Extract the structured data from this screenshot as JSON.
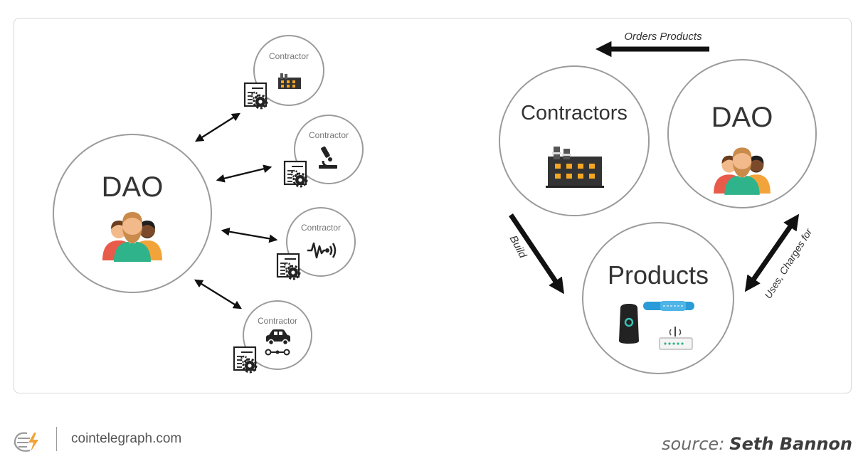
{
  "left": {
    "dao_label": "DAO",
    "contractors": [
      {
        "label": "Contractor",
        "icon": "factory-icon"
      },
      {
        "label": "Contractor",
        "icon": "microscope-icon"
      },
      {
        "label": "Contractor",
        "icon": "signal-wave-icon"
      },
      {
        "label": "Contractor",
        "icon": "car-icon"
      }
    ]
  },
  "right": {
    "contractors_label": "Contractors",
    "dao_label": "DAO",
    "products_label": "Products",
    "orders_label": "Orders Products",
    "build_label": "Build",
    "uses_label": "Uses, Charges for"
  },
  "footer": {
    "site": "cointelegraph.com",
    "source_prefix": "source:",
    "source_name": "Seth Bannon"
  },
  "colors": {
    "circle_stroke": "#9b9b9b",
    "dark": "#222222",
    "skin": "#f2b98b",
    "hair": "#c98a4a",
    "shirt_green": "#2fb38a",
    "shirt_orange": "#f2a43a",
    "shirt_red": "#e85b4a",
    "factory_window": "#f5a623",
    "band_blue": "#2a9bd8"
  }
}
